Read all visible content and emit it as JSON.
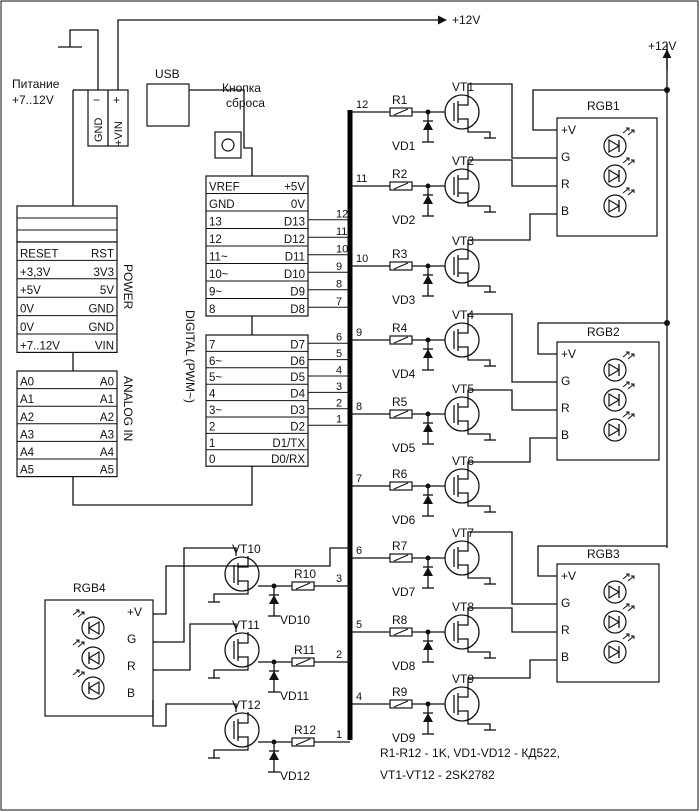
{
  "power_supply": {
    "label_line1": "Питание",
    "label_line2": "+7..12V"
  },
  "terminal": {
    "minus": "−",
    "plus": "+",
    "gnd": "GND",
    "vin": "+VIN"
  },
  "usb_label": "USB",
  "reset_label_line1": "Кнопка",
  "reset_label_line2": "сброса",
  "rail_label": "+12V",
  "rail_label_right": "+12V",
  "power_header": {
    "label": "POWER",
    "rows": [
      [
        "RESET",
        "RST"
      ],
      [
        "+3,3V",
        "3V3"
      ],
      [
        "+5V",
        "5V"
      ],
      [
        "0V",
        "GND"
      ],
      [
        "0V",
        "GND"
      ],
      [
        "+7..12V",
        "VIN"
      ]
    ]
  },
  "analog_header": {
    "label": "ANALOG IN",
    "rows": [
      [
        "A0",
        "A0"
      ],
      [
        "A1",
        "A1"
      ],
      [
        "A2",
        "A2"
      ],
      [
        "A3",
        "A3"
      ],
      [
        "A4",
        "A4"
      ],
      [
        "A5",
        "A5"
      ]
    ]
  },
  "digital_label": "DIGITAL (PWM~)",
  "digital_header_top": {
    "rows": [
      [
        "VREF",
        "+5V"
      ],
      [
        "GND",
        "0V"
      ],
      [
        "13",
        "D13"
      ],
      [
        "12",
        "D12"
      ],
      [
        "11~",
        "D11"
      ],
      [
        "10~",
        "D10"
      ],
      [
        "9~",
        "D9"
      ],
      [
        "8",
        "D8"
      ]
    ]
  },
  "digital_header_bottom": {
    "rows": [
      [
        "7",
        "D7"
      ],
      [
        "6~",
        "D6"
      ],
      [
        "5~",
        "D5"
      ],
      [
        "4",
        "D4"
      ],
      [
        "3~",
        "D3"
      ],
      [
        "2",
        "D2"
      ],
      [
        "1",
        "D1/TX"
      ],
      [
        "0",
        "D0/RX"
      ]
    ]
  },
  "bus_pin_numbers": [
    "12",
    "11",
    "10",
    "9",
    "8",
    "7",
    "6",
    "5",
    "4",
    "3",
    "2",
    "1"
  ],
  "channels_right": [
    {
      "wire": "12",
      "r": "R1",
      "vd": "VD1",
      "vt": "VT1"
    },
    {
      "wire": "11",
      "r": "R2",
      "vd": "VD2",
      "vt": "VT2"
    },
    {
      "wire": "10",
      "r": "R3",
      "vd": "VD3",
      "vt": "VT3"
    },
    {
      "wire": "9",
      "r": "R4",
      "vd": "VD4",
      "vt": "VT4"
    },
    {
      "wire": "8",
      "r": "R5",
      "vd": "VD5",
      "vt": "VT5"
    },
    {
      "wire": "7",
      "r": "R6",
      "vd": "VD6",
      "vt": "VT6"
    },
    {
      "wire": "6",
      "r": "R7",
      "vd": "VD7",
      "vt": "VT7"
    },
    {
      "wire": "5",
      "r": "R8",
      "vd": "VD8",
      "vt": "VT8"
    },
    {
      "wire": "4",
      "r": "R9",
      "vd": "VD9",
      "vt": "VT9"
    }
  ],
  "channels_left": [
    {
      "wire": "3",
      "r": "R10",
      "vd": "VD10",
      "vt": "VT10"
    },
    {
      "wire": "2",
      "r": "R11",
      "vd": "VD11",
      "vt": "VT11"
    },
    {
      "wire": "1",
      "r": "R12",
      "vd": "VD12",
      "vt": "VT12"
    }
  ],
  "rgb_modules": [
    {
      "name": "RGB1",
      "pins": [
        "+V",
        "G",
        "R",
        "B"
      ]
    },
    {
      "name": "RGB2",
      "pins": [
        "+V",
        "G",
        "R",
        "B"
      ]
    },
    {
      "name": "RGB3",
      "pins": [
        "+V",
        "G",
        "R",
        "B"
      ]
    },
    {
      "name": "RGB4",
      "pins": [
        "+V",
        "G",
        "R",
        "B"
      ]
    }
  ],
  "notes": {
    "line1": "R1-R12 - 1K,  VD1-VD12 - КД522,",
    "line2": "VT1-VT12 - 2SK2782"
  }
}
